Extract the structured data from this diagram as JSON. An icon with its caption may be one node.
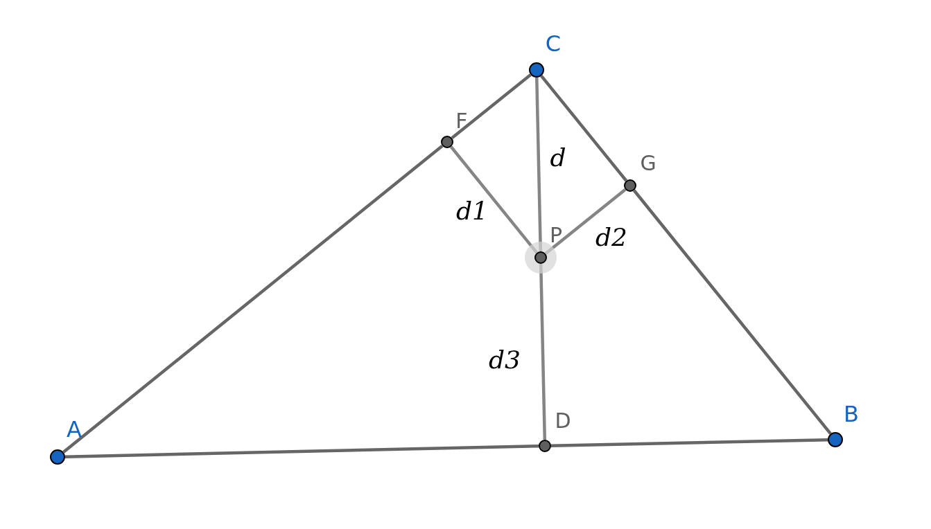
{
  "diagram": {
    "nodes": [
      {
        "text": [
          "C"
        ]
      },
      {
        "text": [
          "F"
        ]
      },
      {
        "text": [
          "G"
        ]
      },
      {
        "text": [
          "P"
        ]
      },
      {
        "text": [
          "A"
        ]
      },
      {
        "text": [
          "D"
        ]
      },
      {
        "text": [
          "B"
        ]
      }
    ],
    "edges": [
      {
        "from": 4,
        "to": 1,
        "arrow": "none"
      },
      {
        "from": 1,
        "to": 0,
        "arrow": "none"
      },
      {
        "from": 0,
        "to": 2,
        "arrow": "none"
      },
      {
        "from": 2,
        "to": 6,
        "arrow": "none"
      },
      {
        "from": 4,
        "to": 5,
        "arrow": "none"
      },
      {
        "from": 5,
        "to": 6,
        "arrow": "none"
      },
      {
        "from": 0,
        "to": 3,
        "arrow": "none",
        "label": "d"
      },
      {
        "from": 1,
        "to": 3,
        "arrow": "none",
        "label": "d1"
      },
      {
        "from": 2,
        "to": 3,
        "arrow": "none",
        "label": "d2"
      },
      {
        "from": 3,
        "to": 5,
        "arrow": "none",
        "label": "d3"
      }
    ]
  }
}
